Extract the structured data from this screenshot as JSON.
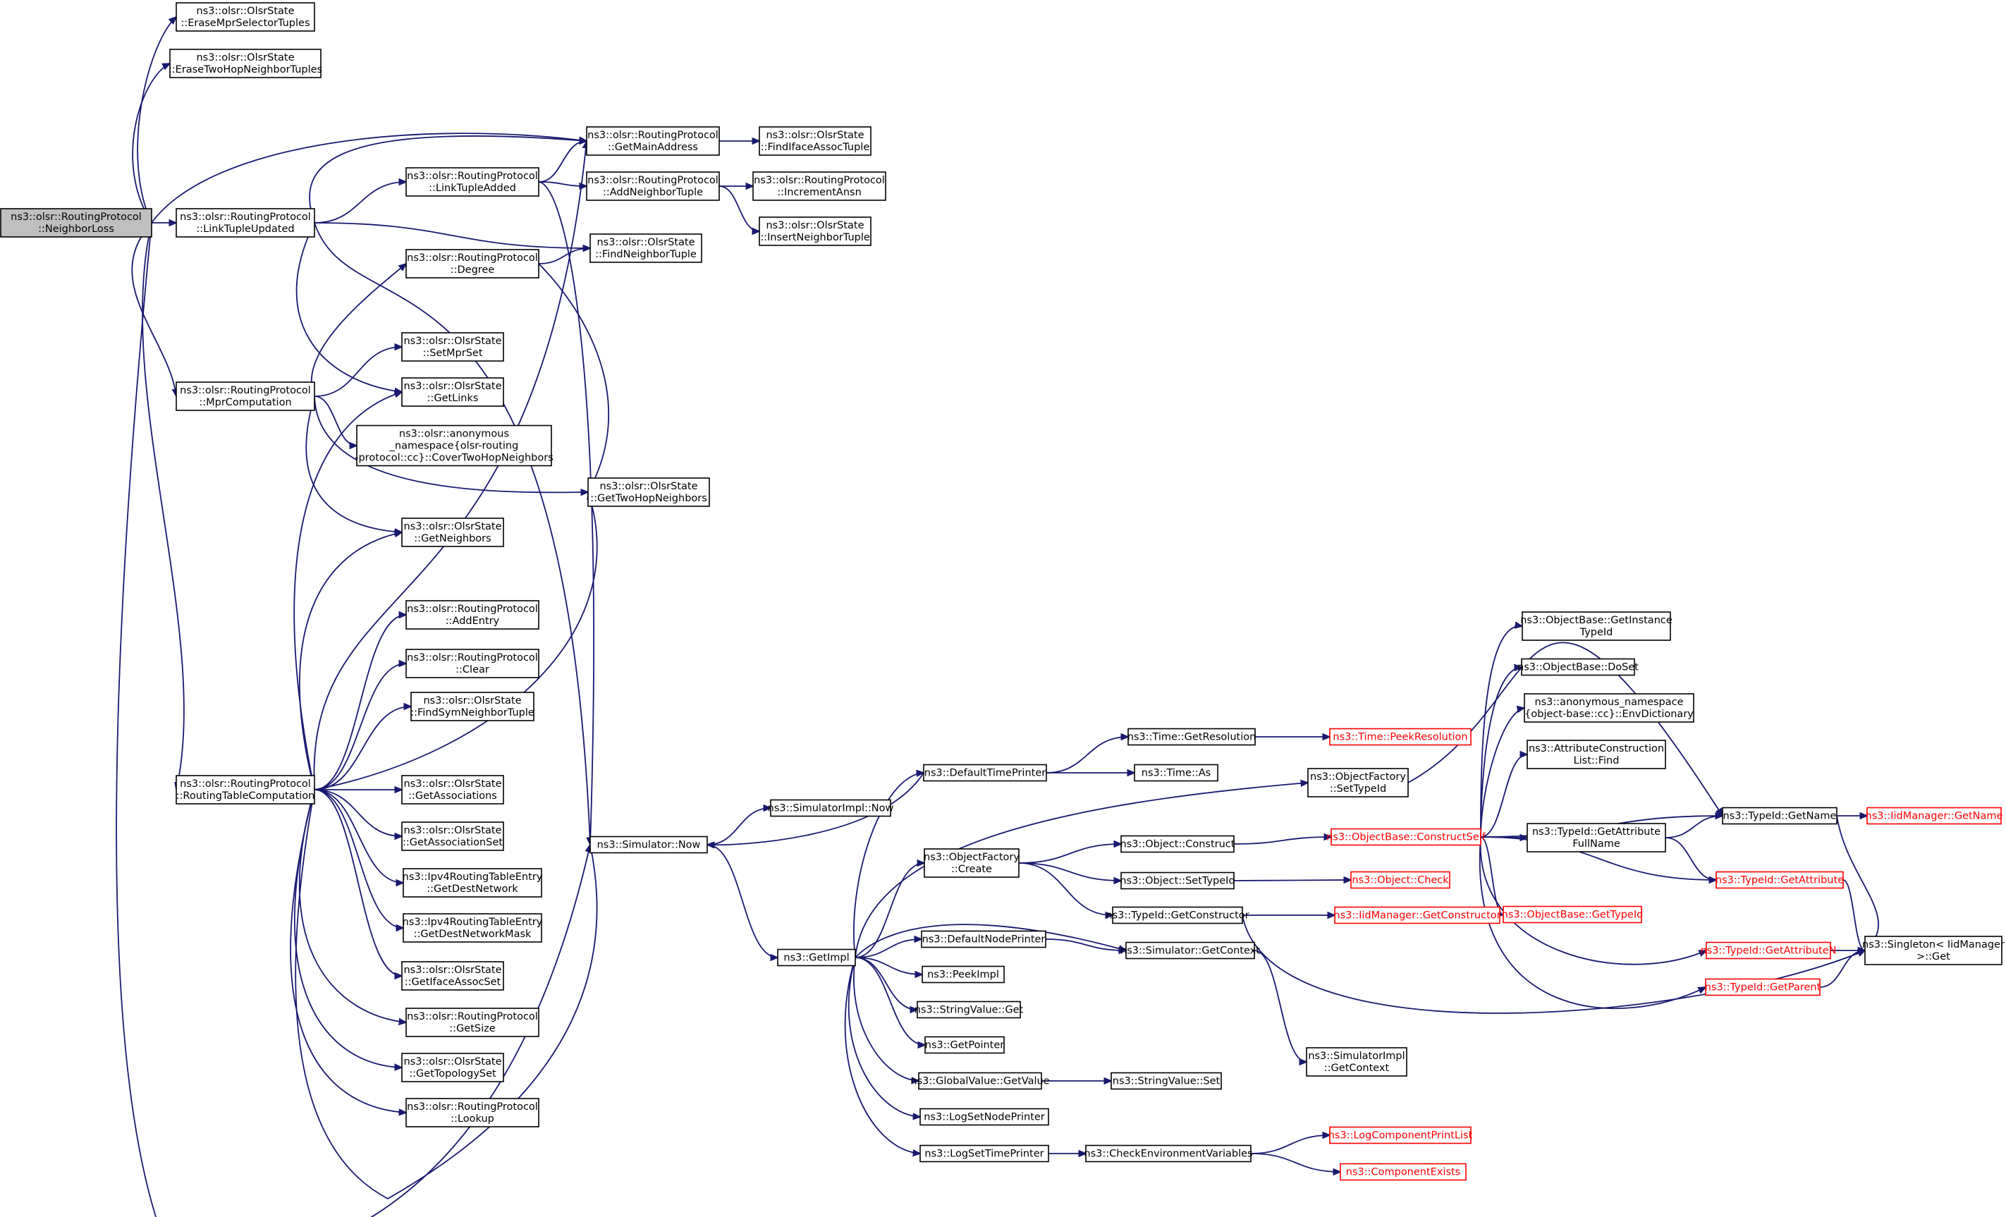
{
  "colors": {
    "edge": "#191970",
    "node_border": "#000000",
    "external_node_border": "#ff0000",
    "root_fill": "#bfbfbf"
  },
  "graph": {
    "nodes": [
      {
        "id": "root",
        "lines": [
          "ns3::olsr::RoutingProtocol",
          "::NeighborLoss"
        ],
        "style": "root"
      },
      {
        "id": "eraseMprSel",
        "lines": [
          "ns3::olsr::OlsrState",
          "::EraseMprSelectorTuples"
        ]
      },
      {
        "id": "eraseTwoHop",
        "lines": [
          "ns3::olsr::OlsrState",
          "::EraseTwoHopNeighborTuples"
        ]
      },
      {
        "id": "linkTupleUpdated",
        "lines": [
          "ns3::olsr::RoutingProtocol",
          "::LinkTupleUpdated"
        ]
      },
      {
        "id": "mprComputation",
        "lines": [
          "ns3::olsr::RoutingProtocol",
          "::MprComputation"
        ]
      },
      {
        "id": "rtComputation",
        "lines": [
          "ns3::olsr::RoutingProtocol",
          "::RoutingTableComputation"
        ]
      },
      {
        "id": "linkTupleAdded",
        "lines": [
          "ns3::olsr::RoutingProtocol",
          "::LinkTupleAdded"
        ]
      },
      {
        "id": "degree",
        "lines": [
          "ns3::olsr::RoutingProtocol",
          "::Degree"
        ]
      },
      {
        "id": "setMprSet",
        "lines": [
          "ns3::olsr::OlsrState",
          "::SetMprSet"
        ]
      },
      {
        "id": "getLinks",
        "lines": [
          "ns3::olsr::OlsrState",
          "::GetLinks"
        ]
      },
      {
        "id": "coverTwoHop",
        "lines": [
          "ns3::olsr::anonymous",
          "_namespace{olsr-routing",
          "-protocol::cc}::CoverTwoHopNeighbors"
        ]
      },
      {
        "id": "getNeighbors",
        "lines": [
          "ns3::olsr::OlsrState",
          "::GetNeighbors"
        ]
      },
      {
        "id": "addEntry",
        "lines": [
          "ns3::olsr::RoutingProtocol",
          "::AddEntry"
        ]
      },
      {
        "id": "clear",
        "lines": [
          "ns3::olsr::RoutingProtocol",
          "::Clear"
        ]
      },
      {
        "id": "findSymNeighbor",
        "lines": [
          "ns3::olsr::OlsrState",
          "::FindSymNeighborTuple"
        ]
      },
      {
        "id": "getAssociations",
        "lines": [
          "ns3::olsr::OlsrState",
          "::GetAssociations"
        ]
      },
      {
        "id": "getAssociationSet",
        "lines": [
          "ns3::olsr::OlsrState",
          "::GetAssociationSet"
        ]
      },
      {
        "id": "getDestNetwork",
        "lines": [
          "ns3::Ipv4RoutingTableEntry",
          "::GetDestNetwork"
        ]
      },
      {
        "id": "getDestNetworkMask",
        "lines": [
          "ns3::Ipv4RoutingTableEntry",
          "::GetDestNetworkMask"
        ]
      },
      {
        "id": "getIfaceAssocSet",
        "lines": [
          "ns3::olsr::OlsrState",
          "::GetIfaceAssocSet"
        ]
      },
      {
        "id": "getSize",
        "lines": [
          "ns3::olsr::RoutingProtocol",
          "::GetSize"
        ]
      },
      {
        "id": "getTopologySet",
        "lines": [
          "ns3::olsr::OlsrState",
          "::GetTopologySet"
        ]
      },
      {
        "id": "lookup",
        "lines": [
          "ns3::olsr::RoutingProtocol",
          "::Lookup"
        ]
      },
      {
        "id": "getMainAddress",
        "lines": [
          "ns3::olsr::RoutingProtocol",
          "::GetMainAddress"
        ]
      },
      {
        "id": "addNeighborTuple",
        "lines": [
          "ns3::olsr::RoutingProtocol",
          "::AddNeighborTuple"
        ]
      },
      {
        "id": "findNeighborTuple",
        "lines": [
          "ns3::olsr::OlsrState",
          "::FindNeighborTuple"
        ]
      },
      {
        "id": "getTwoHopNeighbors",
        "lines": [
          "ns3::olsr::OlsrState",
          "::GetTwoHopNeighbors"
        ]
      },
      {
        "id": "simNow",
        "lines": [
          "ns3::Simulator::Now"
        ]
      },
      {
        "id": "findIfaceAssoc",
        "lines": [
          "ns3::olsr::OlsrState",
          "::FindIfaceAssocTuple"
        ]
      },
      {
        "id": "incrementAnsn",
        "lines": [
          "ns3::olsr::RoutingProtocol",
          "::IncrementAnsn"
        ]
      },
      {
        "id": "insertNeighbor",
        "lines": [
          "ns3::olsr::OlsrState",
          "::InsertNeighborTuple"
        ]
      },
      {
        "id": "simImplNow",
        "lines": [
          "ns3::SimulatorImpl::Now"
        ]
      },
      {
        "id": "getImpl",
        "lines": [
          "ns3::GetImpl"
        ]
      },
      {
        "id": "defaultTimePrinter",
        "lines": [
          "ns3::DefaultTimePrinter"
        ]
      },
      {
        "id": "objFactoryCreate",
        "lines": [
          "ns3::ObjectFactory",
          "::Create"
        ]
      },
      {
        "id": "defaultNodePrinter",
        "lines": [
          "ns3::DefaultNodePrinter"
        ]
      },
      {
        "id": "peekImpl",
        "lines": [
          "ns3::PeekImpl"
        ]
      },
      {
        "id": "stringValueGet",
        "lines": [
          "ns3::StringValue::Get"
        ]
      },
      {
        "id": "getPointer",
        "lines": [
          "ns3::GetPointer"
        ]
      },
      {
        "id": "globalValueGet",
        "lines": [
          "ns3::GlobalValue::GetValue"
        ]
      },
      {
        "id": "logSetNodePrinter",
        "lines": [
          "ns3::LogSetNodePrinter"
        ]
      },
      {
        "id": "logSetTimePrinter",
        "lines": [
          "ns3::LogSetTimePrinter"
        ]
      },
      {
        "id": "timeGetRes",
        "lines": [
          "ns3::Time::GetResolution"
        ]
      },
      {
        "id": "timeAs",
        "lines": [
          "ns3::Time::As"
        ]
      },
      {
        "id": "objFactorySetTypeId",
        "lines": [
          "ns3::ObjectFactory",
          "::SetTypeId"
        ]
      },
      {
        "id": "objConstruct",
        "lines": [
          "ns3::Object::Construct"
        ]
      },
      {
        "id": "objSetTypeId",
        "lines": [
          "ns3::Object::SetTypeId"
        ]
      },
      {
        "id": "typeIdGetCtor",
        "lines": [
          "ns3::TypeId::GetConstructor"
        ]
      },
      {
        "id": "simGetContext",
        "lines": [
          "ns3::Simulator::GetContext"
        ]
      },
      {
        "id": "stringValueSet",
        "lines": [
          "ns3::StringValue::Set"
        ]
      },
      {
        "id": "checkEnvVars",
        "lines": [
          "ns3::CheckEnvironmentVariables"
        ]
      },
      {
        "id": "simImplGetContext",
        "lines": [
          "ns3::SimulatorImpl",
          "::GetContext"
        ]
      },
      {
        "id": "timePeekRes",
        "lines": [
          "ns3::Time::PeekResolution"
        ],
        "style": "ext"
      },
      {
        "id": "objBaseConstructSelf",
        "lines": [
          "ns3::ObjectBase::ConstructSelf"
        ],
        "style": "ext"
      },
      {
        "id": "objCheck",
        "lines": [
          "ns3::Object::Check"
        ],
        "style": "ext"
      },
      {
        "id": "iidGetCtor",
        "lines": [
          "ns3::IidManager::GetConstructor"
        ],
        "style": "ext"
      },
      {
        "id": "logCompPrintList",
        "lines": [
          "ns3::LogComponentPrintList"
        ],
        "style": "ext"
      },
      {
        "id": "compExists",
        "lines": [
          "ns3::ComponentExists"
        ],
        "style": "ext"
      },
      {
        "id": "getInstanceTypeId",
        "lines": [
          "ns3::ObjectBase::GetInstance",
          "TypeId"
        ]
      },
      {
        "id": "doSet",
        "lines": [
          "ns3::ObjectBase::DoSet"
        ]
      },
      {
        "id": "envDictionary",
        "lines": [
          "ns3::anonymous_namespace",
          "{object-base::cc}::EnvDictionary"
        ]
      },
      {
        "id": "attrConstrFind",
        "lines": [
          "ns3::AttributeConstruction",
          "List::Find"
        ]
      },
      {
        "id": "typeIdGetAttrFullName",
        "lines": [
          "ns3::TypeId::GetAttribute",
          "FullName"
        ]
      },
      {
        "id": "objBaseGetTypeId",
        "lines": [
          "ns3::ObjectBase::GetTypeId"
        ],
        "style": "ext"
      },
      {
        "id": "typeIdGetName",
        "lines": [
          "ns3::TypeId::GetName"
        ]
      },
      {
        "id": "typeIdGetAttribute",
        "lines": [
          "ns3::TypeId::GetAttribute"
        ],
        "style": "ext"
      },
      {
        "id": "typeIdGetAttributeN",
        "lines": [
          "ns3::TypeId::GetAttributeN"
        ],
        "style": "ext"
      },
      {
        "id": "typeIdGetParent",
        "lines": [
          "ns3::TypeId::GetParent"
        ],
        "style": "ext"
      },
      {
        "id": "iidGetName",
        "lines": [
          "ns3::IidManager::GetName"
        ],
        "style": "ext"
      },
      {
        "id": "singletonGet",
        "lines": [
          "ns3::Singleton< IidManager",
          " >::Get"
        ]
      }
    ],
    "edges": [
      [
        "root",
        "eraseMprSel"
      ],
      [
        "root",
        "eraseTwoHop"
      ],
      [
        "root",
        "getMainAddress"
      ],
      [
        "root",
        "linkTupleUpdated"
      ],
      [
        "root",
        "mprComputation"
      ],
      [
        "root",
        "rtComputation"
      ],
      [
        "root",
        "simNow"
      ],
      [
        "linkTupleUpdated",
        "getMainAddress"
      ],
      [
        "linkTupleUpdated",
        "linkTupleAdded"
      ],
      [
        "linkTupleUpdated",
        "findNeighborTuple"
      ],
      [
        "linkTupleUpdated",
        "getLinks"
      ],
      [
        "linkTupleUpdated",
        "simNow"
      ],
      [
        "linkTupleAdded",
        "getMainAddress"
      ],
      [
        "linkTupleAdded",
        "addNeighborTuple"
      ],
      [
        "linkTupleAdded",
        "simNow"
      ],
      [
        "mprComputation",
        "degree"
      ],
      [
        "mprComputation",
        "setMprSet"
      ],
      [
        "mprComputation",
        "coverTwoHop"
      ],
      [
        "mprComputation",
        "getTwoHopNeighbors"
      ],
      [
        "mprComputation",
        "getNeighbors"
      ],
      [
        "degree",
        "findNeighborTuple"
      ],
      [
        "degree",
        "getTwoHopNeighbors"
      ],
      [
        "rtComputation",
        "getLinks"
      ],
      [
        "rtComputation",
        "getNeighbors"
      ],
      [
        "rtComputation",
        "getMainAddress"
      ],
      [
        "rtComputation",
        "addEntry"
      ],
      [
        "rtComputation",
        "clear"
      ],
      [
        "rtComputation",
        "findSymNeighbor"
      ],
      [
        "rtComputation",
        "getTwoHopNeighbors"
      ],
      [
        "rtComputation",
        "getAssociations"
      ],
      [
        "rtComputation",
        "getAssociationSet"
      ],
      [
        "rtComputation",
        "getDestNetwork"
      ],
      [
        "rtComputation",
        "getDestNetworkMask"
      ],
      [
        "rtComputation",
        "getIfaceAssocSet"
      ],
      [
        "rtComputation",
        "getSize"
      ],
      [
        "rtComputation",
        "getTopologySet"
      ],
      [
        "rtComputation",
        "lookup"
      ],
      [
        "rtComputation",
        "simNow"
      ],
      [
        "getMainAddress",
        "findIfaceAssoc"
      ],
      [
        "addNeighborTuple",
        "incrementAnsn"
      ],
      [
        "addNeighborTuple",
        "insertNeighbor"
      ],
      [
        "simNow",
        "simImplNow"
      ],
      [
        "simNow",
        "getImpl"
      ],
      [
        "getImpl",
        "defaultTimePrinter"
      ],
      [
        "getImpl",
        "objFactoryCreate"
      ],
      [
        "getImpl",
        "defaultNodePrinter"
      ],
      [
        "getImpl",
        "peekImpl"
      ],
      [
        "getImpl",
        "stringValueGet"
      ],
      [
        "getImpl",
        "getPointer"
      ],
      [
        "getImpl",
        "globalValueGet"
      ],
      [
        "getImpl",
        "logSetNodePrinter"
      ],
      [
        "getImpl",
        "logSetTimePrinter"
      ],
      [
        "getImpl",
        "objFactorySetTypeId"
      ],
      [
        "getImpl",
        "simGetContext"
      ],
      [
        "defaultTimePrinter",
        "timeGetRes"
      ],
      [
        "defaultTimePrinter",
        "timeAs"
      ],
      [
        "defaultTimePrinter",
        "simNow"
      ],
      [
        "objFactoryCreate",
        "objConstruct"
      ],
      [
        "objFactoryCreate",
        "objSetTypeId"
      ],
      [
        "objFactoryCreate",
        "typeIdGetCtor"
      ],
      [
        "defaultNodePrinter",
        "simGetContext"
      ],
      [
        "globalValueGet",
        "stringValueSet"
      ],
      [
        "logSetTimePrinter",
        "checkEnvVars"
      ],
      [
        "timeGetRes",
        "timePeekRes"
      ],
      [
        "objFactorySetTypeId",
        "typeIdGetName"
      ],
      [
        "objConstruct",
        "objBaseConstructSelf"
      ],
      [
        "objSetTypeId",
        "objCheck"
      ],
      [
        "typeIdGetCtor",
        "iidGetCtor"
      ],
      [
        "typeIdGetCtor",
        "singletonGet"
      ],
      [
        "simGetContext",
        "simImplGetContext"
      ],
      [
        "checkEnvVars",
        "logCompPrintList"
      ],
      [
        "checkEnvVars",
        "compExists"
      ],
      [
        "objBaseConstructSelf",
        "getInstanceTypeId"
      ],
      [
        "objBaseConstructSelf",
        "doSet"
      ],
      [
        "objBaseConstructSelf",
        "envDictionary"
      ],
      [
        "objBaseConstructSelf",
        "attrConstrFind"
      ],
      [
        "objBaseConstructSelf",
        "typeIdGetAttrFullName"
      ],
      [
        "objBaseConstructSelf",
        "objBaseGetTypeId"
      ],
      [
        "objBaseConstructSelf",
        "typeIdGetName"
      ],
      [
        "objBaseConstructSelf",
        "typeIdGetAttribute"
      ],
      [
        "objBaseConstructSelf",
        "typeIdGetAttributeN"
      ],
      [
        "objBaseConstructSelf",
        "typeIdGetParent"
      ],
      [
        "typeIdGetAttrFullName",
        "typeIdGetName"
      ],
      [
        "typeIdGetAttrFullName",
        "typeIdGetAttribute"
      ],
      [
        "typeIdGetName",
        "iidGetName"
      ],
      [
        "typeIdGetName",
        "singletonGet"
      ],
      [
        "typeIdGetAttribute",
        "singletonGet"
      ],
      [
        "typeIdGetAttributeN",
        "singletonGet"
      ],
      [
        "typeIdGetParent",
        "singletonGet"
      ]
    ]
  }
}
